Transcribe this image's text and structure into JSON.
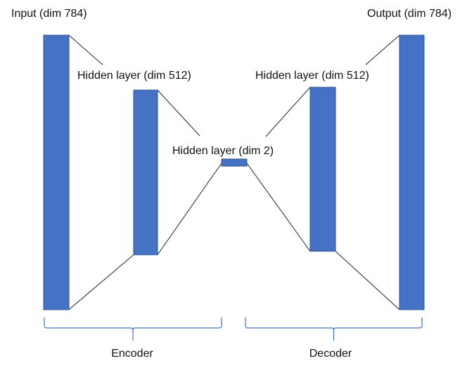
{
  "title": "Autoencoder architecture",
  "colors": {
    "layer_fill": "#4472C4",
    "layer_stroke": "#2F528F",
    "connector": "#222222",
    "brace": "#4472C4"
  },
  "layers": [
    {
      "id": "input",
      "label": "Input (dim 784)",
      "dim": 784
    },
    {
      "id": "encoder-hidden",
      "label": "Hidden layer (dim 512)",
      "dim": 512
    },
    {
      "id": "latent",
      "label": "Hidden layer (dim 2)",
      "dim": 2
    },
    {
      "id": "decoder-hidden",
      "label": "Hidden layer (dim 512)",
      "dim": 512
    },
    {
      "id": "output",
      "label": "Output (dim 784)",
      "dim": 784
    }
  ],
  "groups": [
    {
      "id": "encoder",
      "label": "Encoder"
    },
    {
      "id": "decoder",
      "label": "Decoder"
    }
  ]
}
